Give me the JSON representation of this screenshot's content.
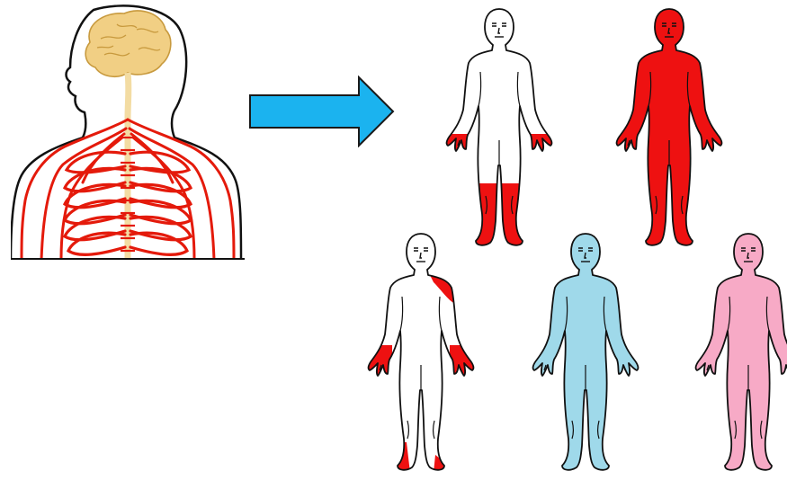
{
  "colors": {
    "nerve": "#e41a0b",
    "brain": "#f1cf84",
    "brain_outline": "#c89a3e",
    "spine": "#f3dca3",
    "arrow_fill": "#1bb3ef",
    "arrow_stroke": "#1a1a1a",
    "red_pattern": "#ee1111",
    "blue_pattern": "#9fd9ea",
    "pink_pattern": "#f7aac6",
    "outline": "#111111"
  },
  "icons": {
    "source": "nervous-system-illustration",
    "arrow": "right-arrow-icon",
    "figures": "body-outline-figure"
  },
  "figures": [
    {
      "id": "distal-legs-hands",
      "fill": "#ffffff",
      "accent": "#ee1111",
      "pattern": "feet-calves-fingertips"
    },
    {
      "id": "whole-body-red",
      "fill": "#ee1111",
      "accent": "#ee1111",
      "pattern": "whole-body"
    },
    {
      "id": "patchy-asymmetric",
      "fill": "#ffffff",
      "accent": "#ee1111",
      "pattern": "shoulder-hands-ankles"
    },
    {
      "id": "whole-body-blue",
      "fill": "#9fd9ea",
      "accent": "#9fd9ea",
      "pattern": "whole-body"
    },
    {
      "id": "whole-body-pink",
      "fill": "#f7aac6",
      "accent": "#f7aac6",
      "pattern": "whole-body"
    }
  ]
}
